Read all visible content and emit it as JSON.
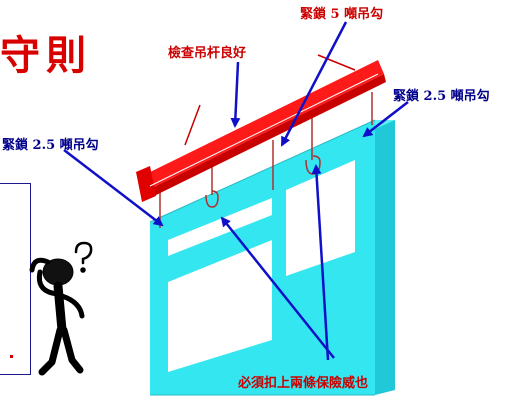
{
  "title": "守則",
  "labels": {
    "tighten_5": "緊鎖 5 噸吊勾",
    "check_pole": "檢查吊杆良好",
    "tighten_25_right": "緊鎖 2.5 噸吊勾",
    "tighten_25_left": "緊鎖 2.5 噸吊勾",
    "safety_buckles": "必須扣上兩條保險威也"
  },
  "colors": {
    "title": "#d90000",
    "beam": "#ff1a1a",
    "panel": "#33e6f0",
    "arrow": "#1010c8",
    "label_red": "#cc0000",
    "label_navy": "#00008b"
  },
  "icons": [
    "thinking-figure-icon",
    "question-mark-icon"
  ]
}
